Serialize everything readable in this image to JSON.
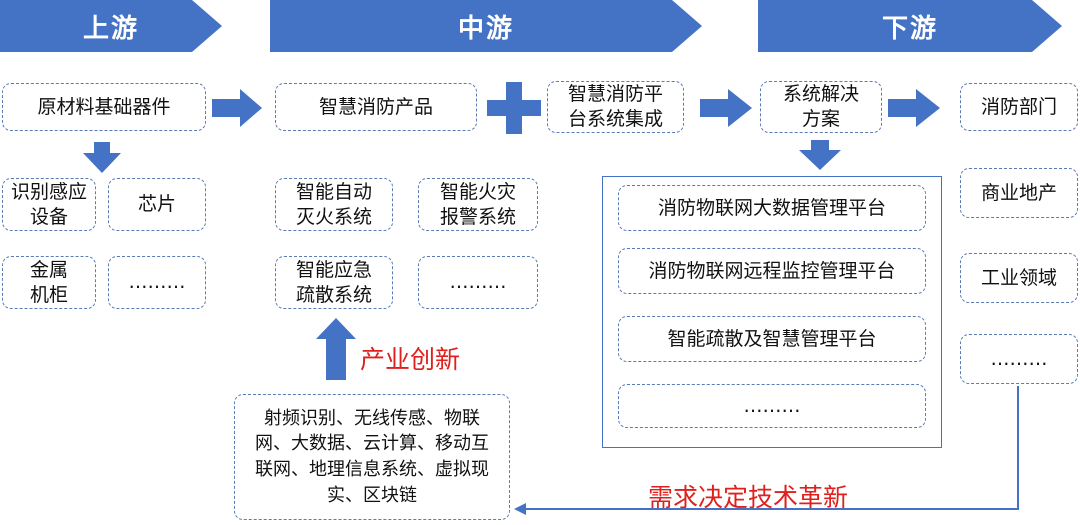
{
  "stages": {
    "upstream": "上游",
    "midstream": "中游",
    "downstream": "下游"
  },
  "upstream": {
    "main": "原材料基础器件",
    "items": [
      "识别感应设备",
      "芯片",
      "金属机柜",
      "………"
    ]
  },
  "midstream": {
    "main": "智慧消防产品",
    "integration": "智慧消防平台系统集成",
    "items": [
      "智能自动灭火系统",
      "智能火灾报警系统",
      "智能应急疏散系统",
      "………"
    ]
  },
  "downstream": {
    "solution": "系统解决方案",
    "platforms": [
      "消防物联网大数据管理平台",
      "消防物联网远程监控管理平台",
      "智能疏散及智慧管理平台",
      "………"
    ],
    "fields": [
      "消防部门",
      "商业地产",
      "工业领域",
      "………"
    ]
  },
  "innovation": {
    "label": "产业创新",
    "technologies": "射频识别、无线传感、物联网、大数据、云计算、移动互联网、地理信息系统、虚拟现实、区块链"
  },
  "demand_label": "需求决定技术革新",
  "colors": {
    "accent": "#4472c4",
    "red_text": "#e0201c"
  }
}
